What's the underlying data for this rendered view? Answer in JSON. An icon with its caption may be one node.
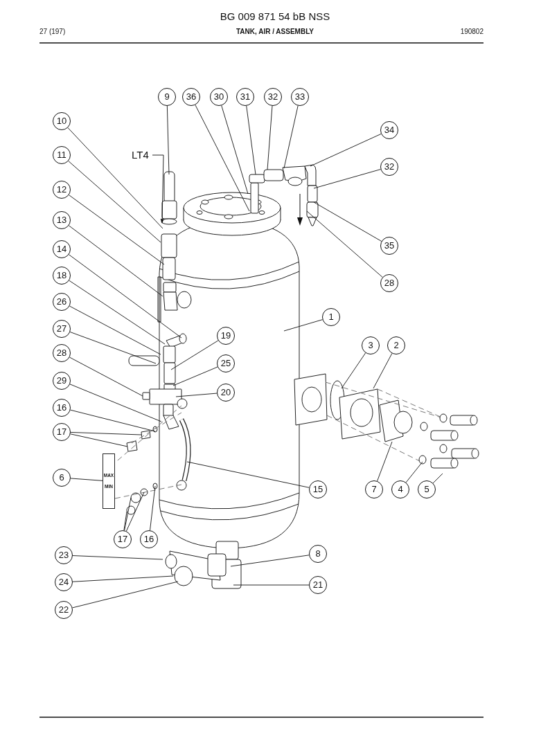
{
  "diagram": {
    "title": "TANK, AIR / ASSEMBLY",
    "nodes": [
      {
        "text": [
          "9"
        ]
      },
      {
        "text": [
          "36"
        ]
      },
      {
        "text": [
          "30"
        ]
      },
      {
        "text": [
          "31"
        ]
      },
      {
        "text": [
          "32"
        ]
      },
      {
        "text": [
          "33"
        ]
      },
      {
        "text": [
          "10"
        ]
      },
      {
        "text": [
          "34"
        ]
      },
      {
        "text": [
          "11"
        ]
      },
      {
        "text": [
          "LT4"
        ]
      },
      {
        "text": [
          "32"
        ]
      },
      {
        "text": [
          "12"
        ]
      },
      {
        "text": [
          "13"
        ]
      },
      {
        "text": [
          "14"
        ]
      },
      {
        "text": [
          "35"
        ]
      },
      {
        "text": [
          "18"
        ]
      },
      {
        "text": [
          "28"
        ]
      },
      {
        "text": [
          "26"
        ]
      },
      {
        "text": [
          "1"
        ]
      },
      {
        "text": [
          "27"
        ]
      },
      {
        "text": [
          "19"
        ]
      },
      {
        "text": [
          "3"
        ]
      },
      {
        "text": [
          "2"
        ]
      },
      {
        "text": [
          "28"
        ]
      },
      {
        "text": [
          "25"
        ]
      },
      {
        "text": [
          "29"
        ]
      },
      {
        "text": [
          "20"
        ]
      },
      {
        "text": [
          "16"
        ]
      },
      {
        "text": [
          "17"
        ]
      },
      {
        "text": [
          "6"
        ]
      },
      {
        "text": [
          "15"
        ]
      },
      {
        "text": [
          "7"
        ]
      },
      {
        "text": [
          "4"
        ]
      },
      {
        "text": [
          "5"
        ]
      },
      {
        "text": [
          "17"
        ]
      },
      {
        "text": [
          "16"
        ]
      },
      {
        "text": [
          "8"
        ]
      },
      {
        "text": [
          "23"
        ]
      },
      {
        "text": [
          "24"
        ]
      },
      {
        "text": [
          "21"
        ]
      },
      {
        "text": [
          "22"
        ]
      },
      {
        "text": [
          "MAX",
          "MIN"
        ]
      }
    ],
    "edges": [
      {
        "from": 0,
        "to": null,
        "arrow": "none"
      },
      {
        "from": 1,
        "to": null,
        "arrow": "none"
      },
      {
        "from": 2,
        "to": null,
        "arrow": "none"
      },
      {
        "from": 3,
        "to": null,
        "arrow": "none"
      },
      {
        "from": 4,
        "to": null,
        "arrow": "none"
      },
      {
        "from": 5,
        "to": null,
        "arrow": "none"
      },
      {
        "from": 6,
        "to": null,
        "arrow": "none"
      },
      {
        "from": 7,
        "to": null,
        "arrow": "none"
      },
      {
        "from": 8,
        "to": null,
        "arrow": "none"
      },
      {
        "from": 9,
        "to": null,
        "arrow": "to"
      },
      {
        "from": 10,
        "to": null,
        "arrow": "none"
      },
      {
        "from": 11,
        "to": null,
        "arrow": "none"
      },
      {
        "from": 12,
        "to": null,
        "arrow": "none"
      },
      {
        "from": 13,
        "to": null,
        "arrow": "none"
      },
      {
        "from": 14,
        "to": null,
        "arrow": "none"
      },
      {
        "from": 15,
        "to": null,
        "arrow": "none"
      },
      {
        "from": 16,
        "to": null,
        "arrow": "none"
      },
      {
        "from": 17,
        "to": null,
        "arrow": "none"
      },
      {
        "from": 18,
        "to": null,
        "arrow": "none"
      },
      {
        "from": 19,
        "to": null,
        "arrow": "none"
      },
      {
        "from": 20,
        "to": null,
        "arrow": "none"
      },
      {
        "from": 21,
        "to": null,
        "arrow": "none"
      },
      {
        "from": 22,
        "to": null,
        "arrow": "none"
      },
      {
        "from": 23,
        "to": null,
        "arrow": "none"
      },
      {
        "from": 24,
        "to": null,
        "arrow": "none"
      },
      {
        "from": 25,
        "to": null,
        "arrow": "none"
      },
      {
        "from": 26,
        "to": null,
        "arrow": "none"
      },
      {
        "from": 27,
        "to": null,
        "arrow": "none"
      },
      {
        "from": 28,
        "to": null,
        "arrow": "none"
      },
      {
        "from": 28,
        "to": null,
        "arrow": "none"
      },
      {
        "from": 29,
        "to": 41,
        "arrow": "none"
      },
      {
        "from": 30,
        "to": null,
        "arrow": "none"
      },
      {
        "from": 31,
        "to": null,
        "arrow": "none"
      },
      {
        "from": 32,
        "to": null,
        "arrow": "none"
      },
      {
        "from": 33,
        "to": null,
        "arrow": "none"
      },
      {
        "from": 34,
        "to": null,
        "arrow": "none"
      },
      {
        "from": 34,
        "to": null,
        "arrow": "none"
      },
      {
        "from": 34,
        "to": null,
        "arrow": "none"
      },
      {
        "from": 35,
        "to": null,
        "arrow": "none"
      },
      {
        "from": 36,
        "to": null,
        "arrow": "none"
      },
      {
        "from": 37,
        "to": null,
        "arrow": "none"
      },
      {
        "from": 38,
        "to": null,
        "arrow": "none"
      },
      {
        "from": 39,
        "to": null,
        "arrow": "none"
      },
      {
        "from": 40,
        "to": null,
        "arrow": "none"
      }
    ],
    "labels": [
      "BG 009 871 54 bB NSS",
      "27 (197)",
      "190802"
    ]
  }
}
